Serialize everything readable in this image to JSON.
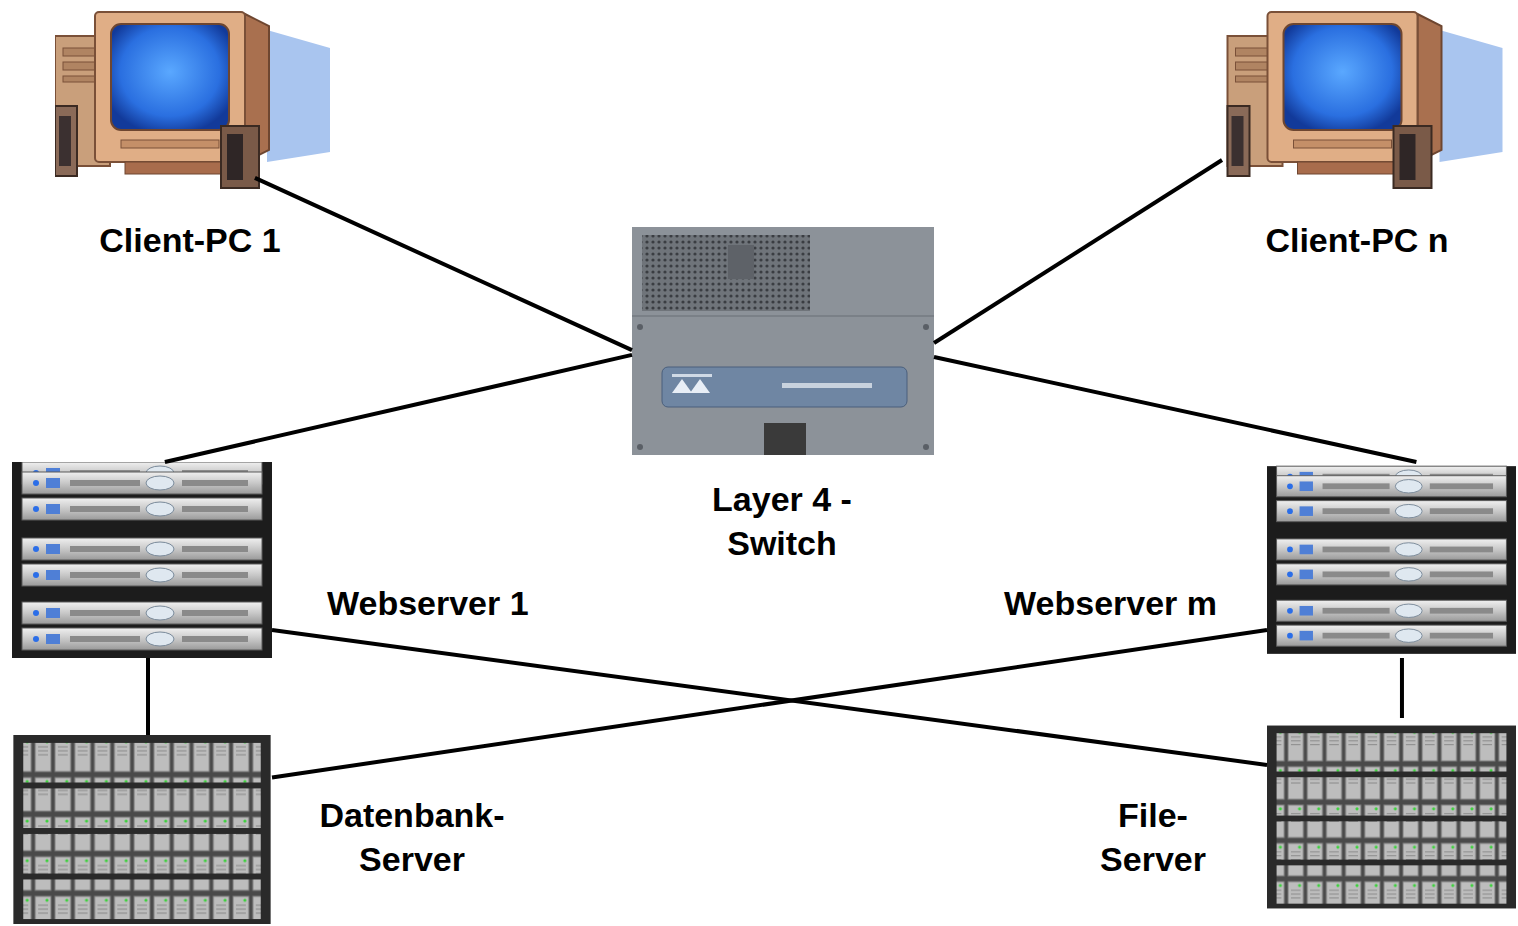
{
  "diagram": {
    "nodes": [
      {
        "text": [
          "Client-PC 1"
        ]
      },
      {
        "text": [
          "Client-PC n"
        ]
      },
      {
        "text": [
          "Layer 4 - Switch"
        ]
      },
      {
        "text": [
          "Webserver 1"
        ]
      },
      {
        "text": [
          "Webserver m"
        ]
      },
      {
        "text": [
          "Datenbank- Server"
        ]
      },
      {
        "text": [
          "File- Server"
        ]
      }
    ],
    "edges": [
      {
        "from": 0,
        "to": 2,
        "arrow": "none"
      },
      {
        "from": 1,
        "to": 2,
        "arrow": "none"
      },
      {
        "from": 2,
        "to": 3,
        "arrow": "none"
      },
      {
        "from": 2,
        "to": 4,
        "arrow": "none"
      },
      {
        "from": 3,
        "to": 5,
        "arrow": "none"
      },
      {
        "from": 3,
        "to": 6,
        "arrow": "none"
      },
      {
        "from": 4,
        "to": 5,
        "arrow": "none"
      },
      {
        "from": 4,
        "to": 6,
        "arrow": "none"
      }
    ]
  }
}
